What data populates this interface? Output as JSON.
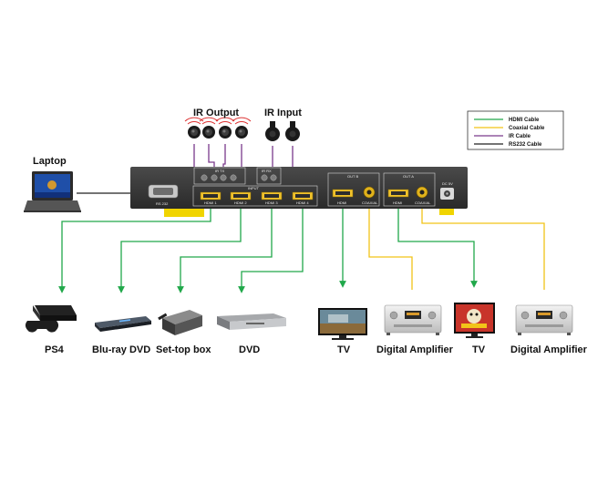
{
  "labels": {
    "ir_output": "IR Output",
    "ir_input": "IR Input",
    "laptop": "Laptop",
    "ps4": "PS4",
    "bluray": "Blu-ray DVD",
    "settop": "Set-top box",
    "dvd": "DVD",
    "tv1": "TV",
    "amp1": "Digital Amplifier",
    "tv2": "TV",
    "amp2": "Digital Amplifier"
  },
  "panel": {
    "ir_tx": "IR TX",
    "ir_rx": "IR RX",
    "input": "INPUT",
    "rs232": "RS 232",
    "hdmi1": "HDMI 1",
    "hdmi2": "HDMI 2",
    "hdmi3": "HDMI 3",
    "hdmi4": "HDMI 4",
    "out_b": "OUT B",
    "out_a": "OUT A",
    "hdmi_b": "HDMI",
    "coaxial_b": "COAXIAL",
    "hdmi_a": "HDMI",
    "coaxial_a": "COAXIAL",
    "dc": "DC 5V"
  },
  "legend": [
    {
      "label": "HDMI Cable",
      "color": "#20a84a"
    },
    {
      "label": "Coaxial Cable",
      "color": "#f2c318"
    },
    {
      "label": "IR Cable",
      "color": "#7a3a8c"
    },
    {
      "label": "RS232 Cable",
      "color": "#222222"
    }
  ],
  "colors": {
    "hdmi": "#20a84a",
    "coaxial": "#f2c318",
    "ir": "#7a3a8c",
    "rs232": "#222222",
    "panel": "#3a3a3a"
  }
}
